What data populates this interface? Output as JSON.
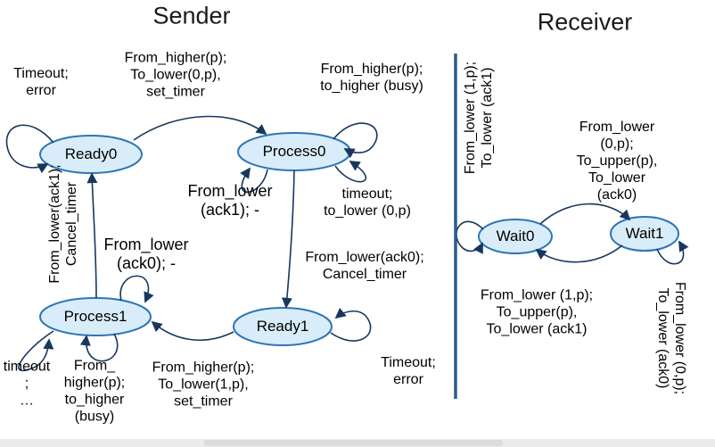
{
  "titles": {
    "sender": "Sender",
    "receiver": "Receiver"
  },
  "colors": {
    "state_fill": "#d8edf9",
    "state_stroke": "#2e75b6",
    "arrow": "#17375d",
    "divider": "#2a5d8c",
    "text": "#000000"
  },
  "sender": {
    "states": {
      "ready0": "Ready0",
      "process0": "Process0",
      "process1": "Process1",
      "ready1": "Ready1"
    },
    "transitions": {
      "ready0_self_timeout": "Timeout;\nerror",
      "ready0_to_process0": "From_higher(p);\nTo_lower(0,p),\nset_timer",
      "process0_self_busy": "From_higher(p);\nto_higher (busy)",
      "process0_self_ack1": "From_lower\n(ack1); -",
      "process0_self_timeout": "timeout;\nto_lower (0,p)",
      "process0_to_ready1": "From_lower(ack0);\nCancel_timer",
      "process1_self_ack0": "From_lower\n(ack0); -",
      "process1_to_ready0": "From_lower(ack1);\nCancel_timer",
      "process1_self_timeout": "timeout\n;\n…",
      "process1_self_busy": "From_\nhigher(p);\nto_higher\n(busy)",
      "ready1_to_process1": "From_higher(p);\nTo_lower(1,p),\nset_timer",
      "ready1_self_timeout": "Timeout;\nerror"
    }
  },
  "receiver": {
    "states": {
      "wait0": "Wait0",
      "wait1": "Wait1"
    },
    "transitions": {
      "wait0_self": "From_lower (1,p);\nTo_lower (ack1)",
      "wait0_to_wait1": "From_lower (0,p);\nTo_upper(p),\nTo_lower (ack0)",
      "wait1_to_wait0": "From_lower (1,p);\nTo_upper(p),\nTo_lower (ack1)",
      "wait1_self": "From_lower (0,p);\nTo_lower (ack0)"
    }
  }
}
